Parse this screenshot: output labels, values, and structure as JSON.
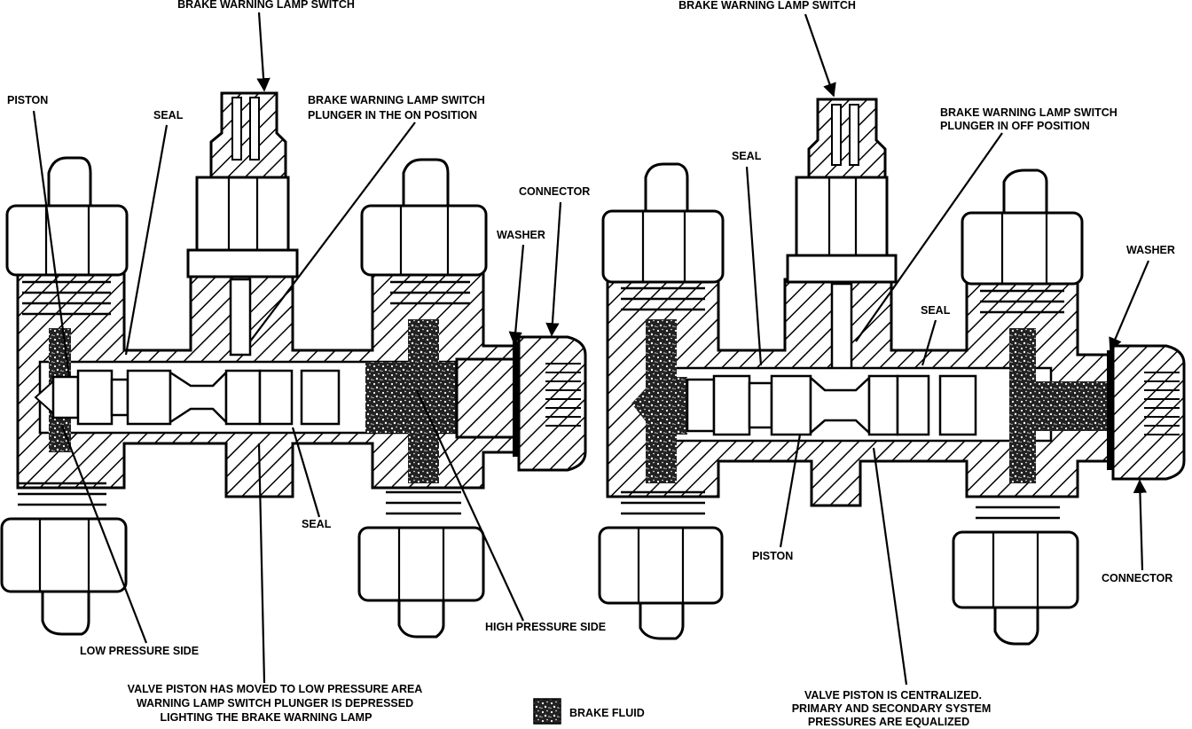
{
  "left_view": {
    "switch_label": "BRAKE WARNING LAMP SWITCH",
    "piston_label": "PISTON",
    "seal_top_label": "SEAL",
    "plunger_label_line1": "BRAKE WARNING LAMP SWITCH",
    "plunger_label_line2": "PLUNGER IN THE ON POSITION",
    "connector_label": "CONNECTOR",
    "washer_label": "WASHER",
    "seal_bottom_label": "SEAL",
    "high_pressure_label": "HIGH PRESSURE SIDE",
    "low_pressure_label": "LOW PRESSURE SIDE",
    "caption_line1": "VALVE PISTON HAS MOVED TO LOW PRESSURE AREA",
    "caption_line2": "WARNING LAMP SWITCH PLUNGER IS DEPRESSED",
    "caption_line3": "LIGHTING THE BRAKE WARNING LAMP"
  },
  "right_view": {
    "switch_label": "BRAKE WARNING LAMP SWITCH",
    "plunger_label_line1": "BRAKE WARNING LAMP SWITCH",
    "plunger_label_line2": "PLUNGER IN OFF POSITION",
    "seal_left_label": "SEAL",
    "seal_right_label": "SEAL",
    "washer_label": "WASHER",
    "piston_label": "PISTON",
    "connector_label": "CONNECTOR",
    "caption_line1": "VALVE PISTON IS CENTRALIZED.",
    "caption_line2": "PRIMARY AND SECONDARY SYSTEM",
    "caption_line3": "PRESSURES ARE EQUALIZED"
  },
  "legend": {
    "label": "BRAKE FLUID"
  }
}
